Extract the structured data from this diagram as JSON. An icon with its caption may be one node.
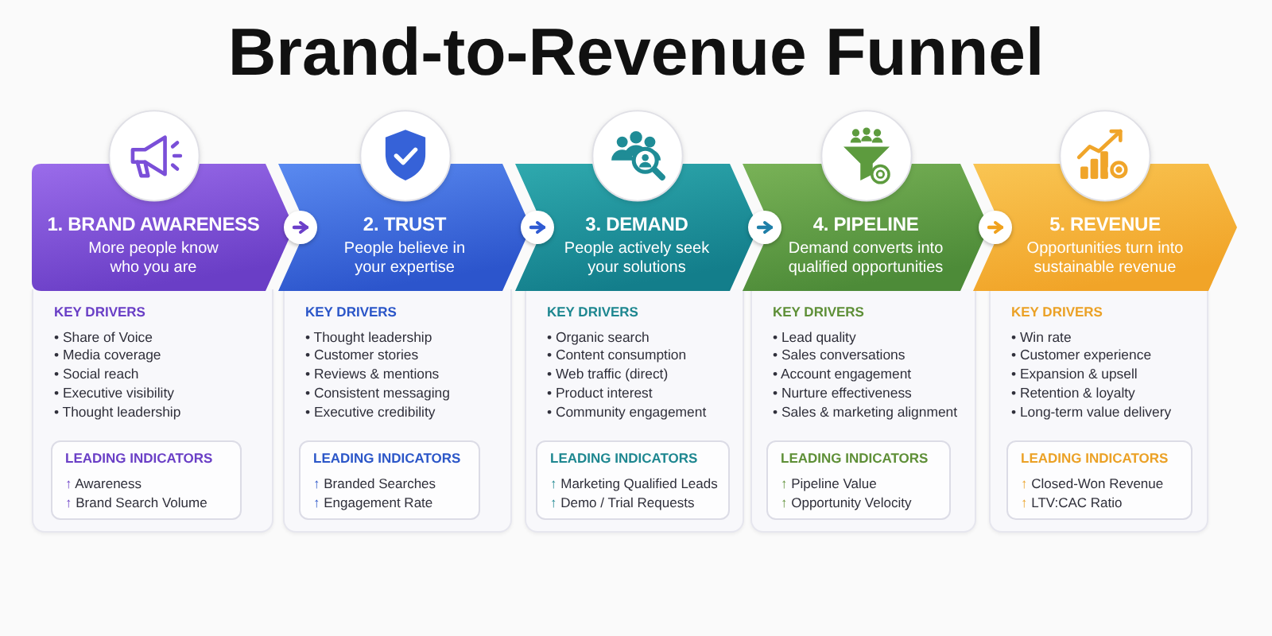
{
  "diagram": {
    "title": "Brand-to-Revenue Funnel",
    "nodes": [
      {
        "text": [
          "1. BRAND AWARENESS",
          "More people know who you are"
        ]
      },
      {
        "text": [
          "KEY DRIVERS",
          "• Share of Voice",
          "• Media coverage",
          "• Social reach",
          "• Executive visibility",
          "• Thought leadership"
        ]
      },
      {
        "text": [
          "LEADING INDICATORS",
          "↑ Awareness",
          "↑ Brand Search Volume"
        ],
        "in": 1
      },
      {
        "text": [
          "2. TRUST",
          "People believe in your expertise"
        ]
      },
      {
        "text": [
          "KEY DRIVERS",
          "• Thought leadership",
          "• Customer stories",
          "• Reviews & mentions",
          "• Consistent messaging",
          "• Executive credibility"
        ]
      },
      {
        "text": [
          "LEADING INDICATORS",
          "↑ Branded Searches",
          "↑ Engagement Rate"
        ],
        "in": 4
      },
      {
        "text": [
          "3. DEMAND",
          "People actively seek your solutions"
        ]
      },
      {
        "text": [
          "KEY DRIVERS",
          "• Organic search",
          "• Content consumption",
          "• Web traffic (direct)",
          "• Product interest",
          "• Community engagement"
        ]
      },
      {
        "text": [
          "LEADING INDICATORS",
          "↑ Marketing Qualified Leads",
          "↑ Demo / Trial Requests"
        ],
        "in": 7
      },
      {
        "text": [
          "4. PIPELINE",
          "Demand converts into qualified opportunities"
        ]
      },
      {
        "text": [
          "KEY DRIVERS",
          "• Lead quality",
          "• Sales conversations",
          "• Account engagement",
          "• Nurture effectiveness",
          "• Sales & marketing alignment"
        ]
      },
      {
        "text": [
          "LEADING INDICATORS",
          "↑ Pipeline Value",
          "↑ Opportunity Velocity"
        ],
        "in": 10
      },
      {
        "text": [
          "5. REVENUE",
          "Opportunities turn into sustainable revenue"
        ]
      },
      {
        "text": [
          "KEY DRIVERS",
          "• Win rate",
          "• Customer experience",
          "• Expansion & upsell",
          "• Retention & loyalty",
          "• Long-term value delivery"
        ]
      },
      {
        "text": [
          "LEADING INDICATORS",
          "↑ Closed-Won Revenue",
          "↑ LTV:CAC Ratio"
        ],
        "in": 13
      }
    ],
    "edges": [
      {
        "from": 0,
        "to": 3,
        "arrow": "to",
        "color": "#6b3fc9"
      },
      {
        "from": 3,
        "to": 6,
        "arrow": "to",
        "color": "#2f5bd3"
      },
      {
        "from": 6,
        "to": 9,
        "arrow": "to",
        "color": "#1f7fa8"
      },
      {
        "from": 9,
        "to": 12,
        "arrow": "to",
        "color": "#f0a21e"
      }
    ]
  }
}
